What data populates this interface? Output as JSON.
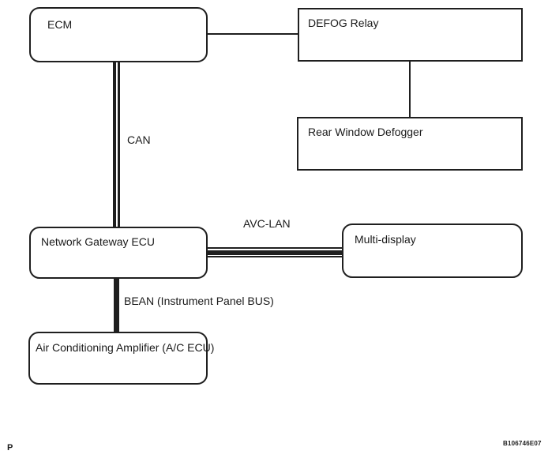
{
  "diagram": {
    "title_hint": "Vehicle communication bus diagram",
    "nodes": [
      {
        "id": "ecm",
        "label": "ECM",
        "shape": "rounded"
      },
      {
        "id": "defog-relay",
        "label": "DEFOG Relay",
        "shape": "rect"
      },
      {
        "id": "rear-defogger",
        "label": "Rear Window Defogger",
        "shape": "rect"
      },
      {
        "id": "gateway",
        "label": "Network Gateway ECU",
        "shape": "rounded"
      },
      {
        "id": "multi-display",
        "label": "Multi-display",
        "shape": "rounded"
      },
      {
        "id": "ac-amp",
        "label": "Air Conditioning Amplifier (A/C ECU)",
        "shape": "rounded"
      }
    ],
    "buses": {
      "can": {
        "label": "CAN",
        "style": "double-line",
        "from": "ecm",
        "to": "gateway"
      },
      "avclan": {
        "label": "AVC-LAN",
        "style": "triple-line",
        "from": "gateway",
        "to": "multi-display"
      },
      "bean": {
        "label": "BEAN (Instrument Panel BUS)",
        "style": "thick-line",
        "from": "gateway",
        "to": "ac-amp"
      }
    },
    "plain_links": [
      {
        "from": "ecm",
        "to": "defog-relay"
      },
      {
        "from": "defog-relay",
        "to": "rear-defogger"
      }
    ],
    "footer": {
      "page_marker": "P",
      "figure_code": "B106746E07"
    },
    "colors": {
      "line": "#1f1f1f",
      "background": "#ffffff",
      "text": "#1a1a1a"
    }
  }
}
